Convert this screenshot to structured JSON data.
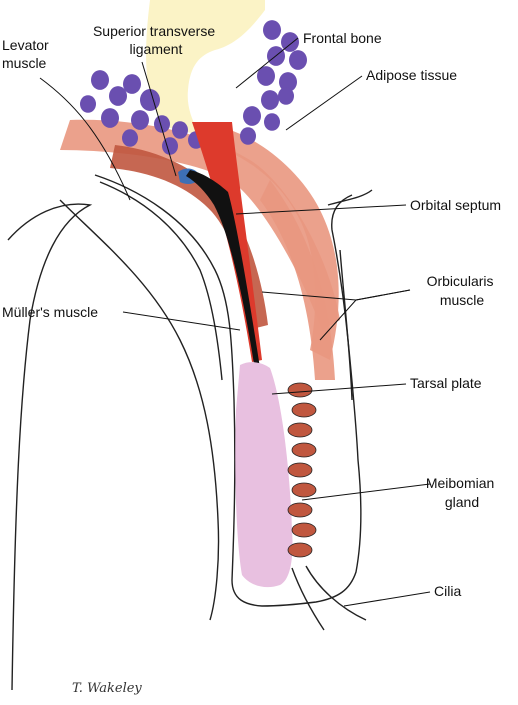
{
  "labels": {
    "levator_muscle": [
      "Levator",
      "muscle"
    ],
    "superior_transverse_ligament": [
      "Superior transverse",
      "ligament"
    ],
    "frontal_bone": "Frontal bone",
    "adipose_tissue": "Adipose tissue",
    "orbital_septum": "Orbital septum",
    "orbicularis_muscle": [
      "Orbicularis",
      "muscle"
    ],
    "mullers_muscle": "Müller's muscle",
    "tarsal_plate": "Tarsal plate",
    "meibomian_gland": [
      "Meibomian",
      "gland"
    ],
    "cilia": "Cilia"
  },
  "signature": "T. Wakeley",
  "colors": {
    "bone": "#fbf3c6",
    "fat": "#6a4fb0",
    "muscle_light": "#e9977f",
    "muscle_dark": "#c0573f",
    "levator": "#dd3a2c",
    "septum": "#111111",
    "tarsus": "#e8c0e0",
    "blue": "#3d6fb5"
  }
}
